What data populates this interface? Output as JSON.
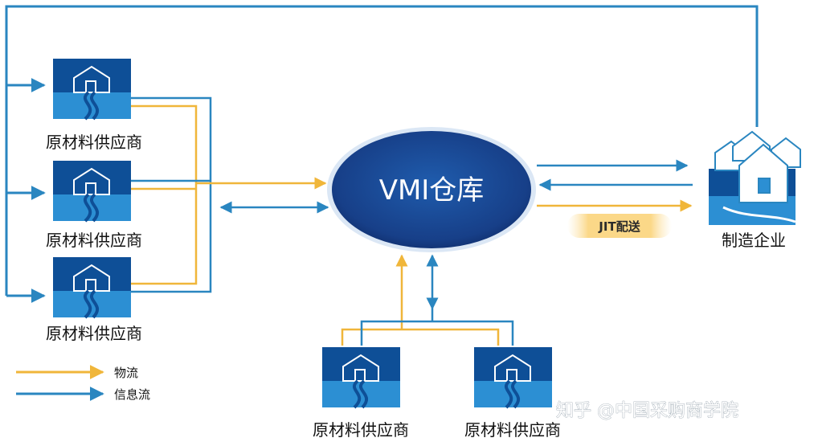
{
  "center": {
    "label": "VMI仓库"
  },
  "suppliers": [
    {
      "label": "原材料供应商"
    },
    {
      "label": "原材料供应商"
    },
    {
      "label": "原材料供应商"
    },
    {
      "label": "原材料供应商"
    },
    {
      "label": "原材料供应商"
    }
  ],
  "manufacturer": {
    "label": "制造企业"
  },
  "jit": {
    "label": "JIT配送"
  },
  "legend": [
    {
      "label": "物流",
      "color": "#f0b63a"
    },
    {
      "label": "信息流",
      "color": "#2a86c0"
    }
  ],
  "watermark": {
    "label": "知乎 @中国采购商学院"
  },
  "colors": {
    "material_flow": "#f0b63a",
    "info_flow": "#2a86c0",
    "tile_dark": "#0e4f97",
    "tile_light": "#2c8fd3",
    "ellipse": "#1a4f99"
  }
}
